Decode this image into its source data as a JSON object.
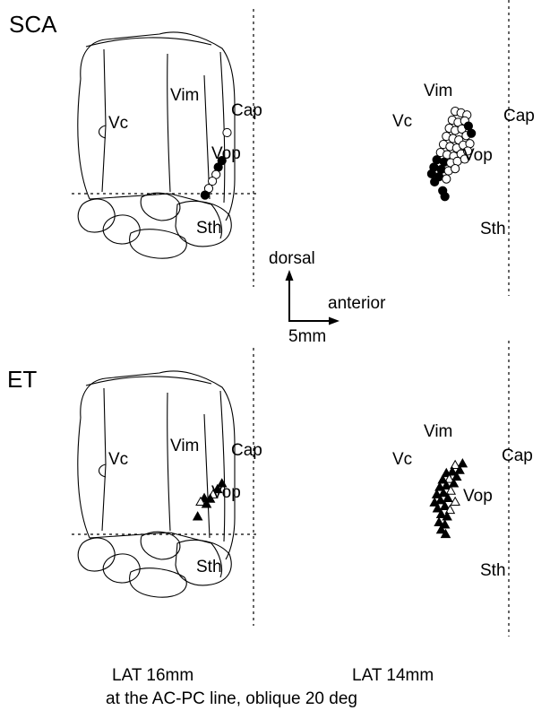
{
  "groups": [
    {
      "name": "SCA"
    },
    {
      "name": "ET"
    }
  ],
  "panels": [
    {
      "id": "sca-lat16",
      "regions": {
        "vim": "Vim",
        "vc": "Vc",
        "cap": "Cap",
        "vop": "Vop",
        "sth": "Sth"
      },
      "marker": "circle",
      "points": [
        {
          "a": 5.3,
          "d": 8.3,
          "filled": false
        },
        {
          "a": 4.6,
          "d": 4.5,
          "filled": true
        },
        {
          "a": 4.1,
          "d": 3.6,
          "filled": true
        },
        {
          "a": 3.8,
          "d": 2.6,
          "filled": false
        },
        {
          "a": 3.3,
          "d": 1.7,
          "filled": false
        },
        {
          "a": 2.8,
          "d": 0.7,
          "filled": false
        },
        {
          "a": 2.3,
          "d": -0.2,
          "filled": true
        }
      ]
    },
    {
      "id": "sca-lat14",
      "regions": {
        "vim": "Vim",
        "vc": "Vc",
        "cap": "Cap",
        "vop": "Vop",
        "sth": "Sth"
      },
      "marker": "circle",
      "points": [
        {
          "a": 1.6,
          "d": 11.2,
          "filled": false
        },
        {
          "a": 2.4,
          "d": 11.0,
          "filled": false
        },
        {
          "a": 3.2,
          "d": 10.7,
          "filled": false
        },
        {
          "a": 1.2,
          "d": 10.0,
          "filled": false
        },
        {
          "a": 2.0,
          "d": 9.7,
          "filled": false
        },
        {
          "a": 2.9,
          "d": 9.9,
          "filled": false
        },
        {
          "a": 0.8,
          "d": 8.9,
          "filled": false
        },
        {
          "a": 1.6,
          "d": 8.6,
          "filled": false
        },
        {
          "a": 2.5,
          "d": 8.8,
          "filled": false
        },
        {
          "a": 3.4,
          "d": 9.2,
          "filled": true
        },
        {
          "a": 0.4,
          "d": 7.8,
          "filled": false
        },
        {
          "a": 1.3,
          "d": 7.5,
          "filled": false
        },
        {
          "a": 2.1,
          "d": 7.3,
          "filled": false
        },
        {
          "a": 3.1,
          "d": 7.9,
          "filled": false
        },
        {
          "a": 3.8,
          "d": 8.2,
          "filled": true
        },
        {
          "a": 0.0,
          "d": 6.7,
          "filled": false
        },
        {
          "a": 0.9,
          "d": 6.4,
          "filled": false
        },
        {
          "a": 1.8,
          "d": 6.2,
          "filled": false
        },
        {
          "a": 2.7,
          "d": 6.6,
          "filled": false
        },
        {
          "a": 3.6,
          "d": 6.8,
          "filled": false
        },
        {
          "a": -0.4,
          "d": 5.6,
          "filled": false
        },
        {
          "a": 0.5,
          "d": 5.3,
          "filled": false
        },
        {
          "a": 1.4,
          "d": 5.1,
          "filled": false
        },
        {
          "a": 2.4,
          "d": 5.4,
          "filled": false
        },
        {
          "a": 3.3,
          "d": 5.8,
          "filled": false
        },
        {
          "a": -0.9,
          "d": 4.6,
          "filled": true
        },
        {
          "a": 0.1,
          "d": 4.3,
          "filled": true
        },
        {
          "a": 1.0,
          "d": 4.2,
          "filled": false
        },
        {
          "a": 1.9,
          "d": 4.4,
          "filled": false
        },
        {
          "a": 2.9,
          "d": 4.7,
          "filled": false
        },
        {
          "a": -1.3,
          "d": 3.6,
          "filled": true
        },
        {
          "a": -0.3,
          "d": 3.3,
          "filled": true
        },
        {
          "a": 0.7,
          "d": 3.1,
          "filled": false
        },
        {
          "a": 1.6,
          "d": 3.4,
          "filled": false
        },
        {
          "a": -1.6,
          "d": 2.7,
          "filled": true
        },
        {
          "a": -0.6,
          "d": 2.3,
          "filled": true
        },
        {
          "a": 0.4,
          "d": 2.0,
          "filled": false
        },
        {
          "a": -1.2,
          "d": 1.6,
          "filled": true
        },
        {
          "a": -0.1,
          "d": 0.4,
          "filled": true
        },
        {
          "a": 0.2,
          "d": -0.4,
          "filled": true
        }
      ]
    },
    {
      "id": "et-lat16",
      "regions": {
        "vim": "Vim",
        "vc": "Vc",
        "cap": "Cap",
        "vop": "Vop",
        "sth": "Sth"
      },
      "marker": "triangle",
      "points": [
        {
          "a": 4.6,
          "d": 6.9,
          "filled": true
        },
        {
          "a": 4.0,
          "d": 6.1,
          "filled": true
        },
        {
          "a": 3.4,
          "d": 5.4,
          "filled": false
        },
        {
          "a": 3.0,
          "d": 4.8,
          "filled": true
        },
        {
          "a": 2.2,
          "d": 4.9,
          "filled": true
        },
        {
          "a": 1.7,
          "d": 4.4,
          "filled": false
        },
        {
          "a": 2.5,
          "d": 4.1,
          "filled": true
        },
        {
          "a": 1.3,
          "d": 2.4,
          "filled": true
        }
      ]
    },
    {
      "id": "et-lat14",
      "regions": {
        "vim": "Vim",
        "vc": "Vc",
        "cap": "Cap",
        "vop": "Vop",
        "sth": "Sth"
      },
      "marker": "triangle",
      "points": [
        {
          "a": 2.6,
          "d": 9.6,
          "filled": true
        },
        {
          "a": 1.6,
          "d": 9.4,
          "filled": false
        },
        {
          "a": 2.2,
          "d": 8.7,
          "filled": true
        },
        {
          "a": 1.2,
          "d": 8.5,
          "filled": true
        },
        {
          "a": 0.4,
          "d": 8.3,
          "filled": true
        },
        {
          "a": 1.8,
          "d": 7.8,
          "filled": true
        },
        {
          "a": 0.8,
          "d": 7.5,
          "filled": false
        },
        {
          "a": -0.1,
          "d": 7.4,
          "filled": true
        },
        {
          "a": 1.4,
          "d": 6.9,
          "filled": true
        },
        {
          "a": 0.4,
          "d": 6.6,
          "filled": true
        },
        {
          "a": -0.5,
          "d": 6.4,
          "filled": true
        },
        {
          "a": 1.0,
          "d": 5.9,
          "filled": false
        },
        {
          "a": 0.0,
          "d": 5.6,
          "filled": true
        },
        {
          "a": -0.9,
          "d": 5.4,
          "filled": true
        },
        {
          "a": 0.6,
          "d": 4.9,
          "filled": true
        },
        {
          "a": -0.4,
          "d": 4.6,
          "filled": true
        },
        {
          "a": 1.6,
          "d": 4.4,
          "filled": false
        },
        {
          "a": -1.2,
          "d": 4.3,
          "filled": true
        },
        {
          "a": 0.2,
          "d": 3.8,
          "filled": true
        },
        {
          "a": -0.8,
          "d": 3.5,
          "filled": true
        },
        {
          "a": 0.9,
          "d": 3.3,
          "filled": false
        },
        {
          "a": -0.3,
          "d": 2.7,
          "filled": true
        },
        {
          "a": 0.5,
          "d": 2.4,
          "filled": true
        },
        {
          "a": -0.6,
          "d": 1.6,
          "filled": true
        },
        {
          "a": 0.2,
          "d": 1.3,
          "filled": true
        },
        {
          "a": -0.3,
          "d": 0.6,
          "filled": true
        },
        {
          "a": 0.3,
          "d": 0.0,
          "filled": true
        }
      ]
    }
  ],
  "orientation": {
    "dorsal": "dorsal",
    "anterior": "anterior",
    "scale": "5mm"
  },
  "captions": {
    "lat16": "LAT 16mm",
    "lat14": "LAT 14mm",
    "line": "at the AC-PC line, oblique 20 deg"
  }
}
